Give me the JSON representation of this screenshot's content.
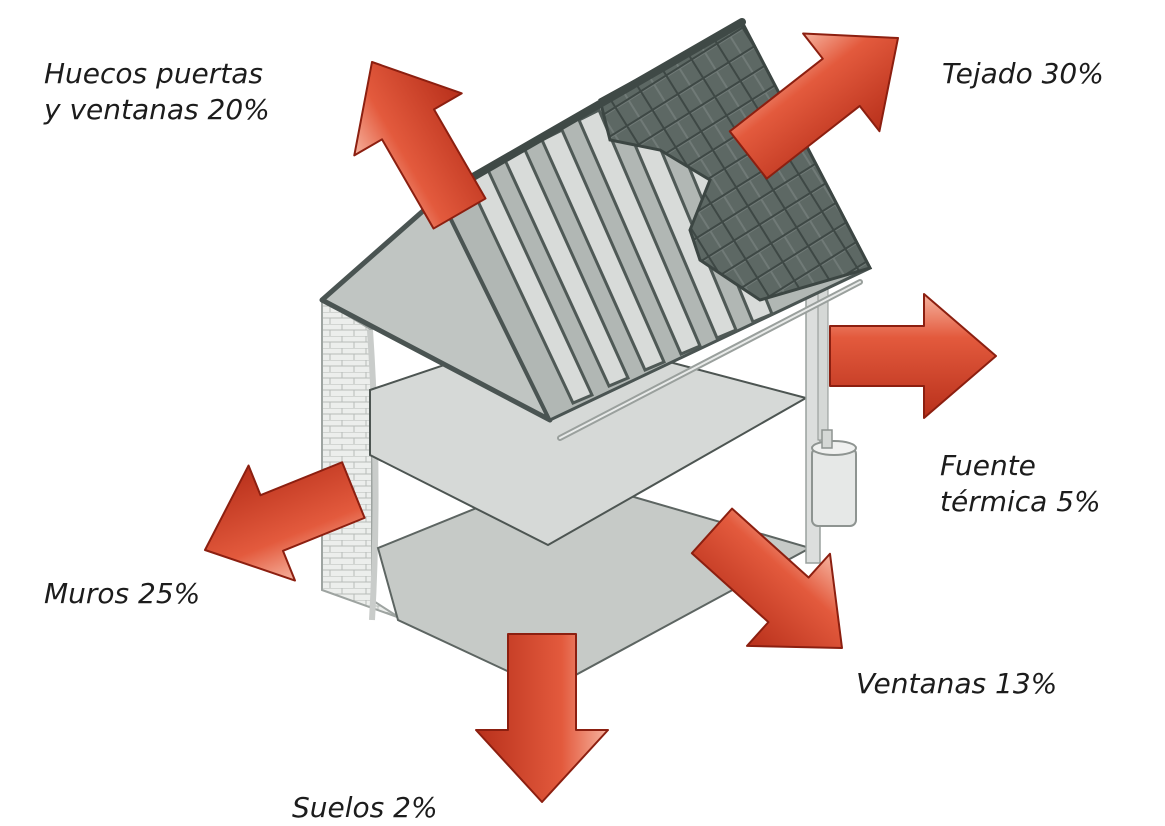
{
  "labels": {
    "huecos_line1": "Huecos puertas",
    "huecos_line2": "y ventanas 20%",
    "tejado": "Tejado 30%",
    "fuente_line1": "Fuente",
    "fuente_line2": "térmica 5%",
    "muros": "Muros 25%",
    "ventanas": "Ventanas 13%",
    "suelos": "Suelos 2%"
  },
  "colors": {
    "arrow_fill": "#d9412a",
    "arrow_highlight": "#f3a08a",
    "arrow_outline": "#8c1f10",
    "roof_tiles": "#6f7a76",
    "roof_dark": "#4a5652",
    "house_light": "#d3d6d4",
    "house_mid": "#b9bebb",
    "brick": "#e7e8e6"
  }
}
